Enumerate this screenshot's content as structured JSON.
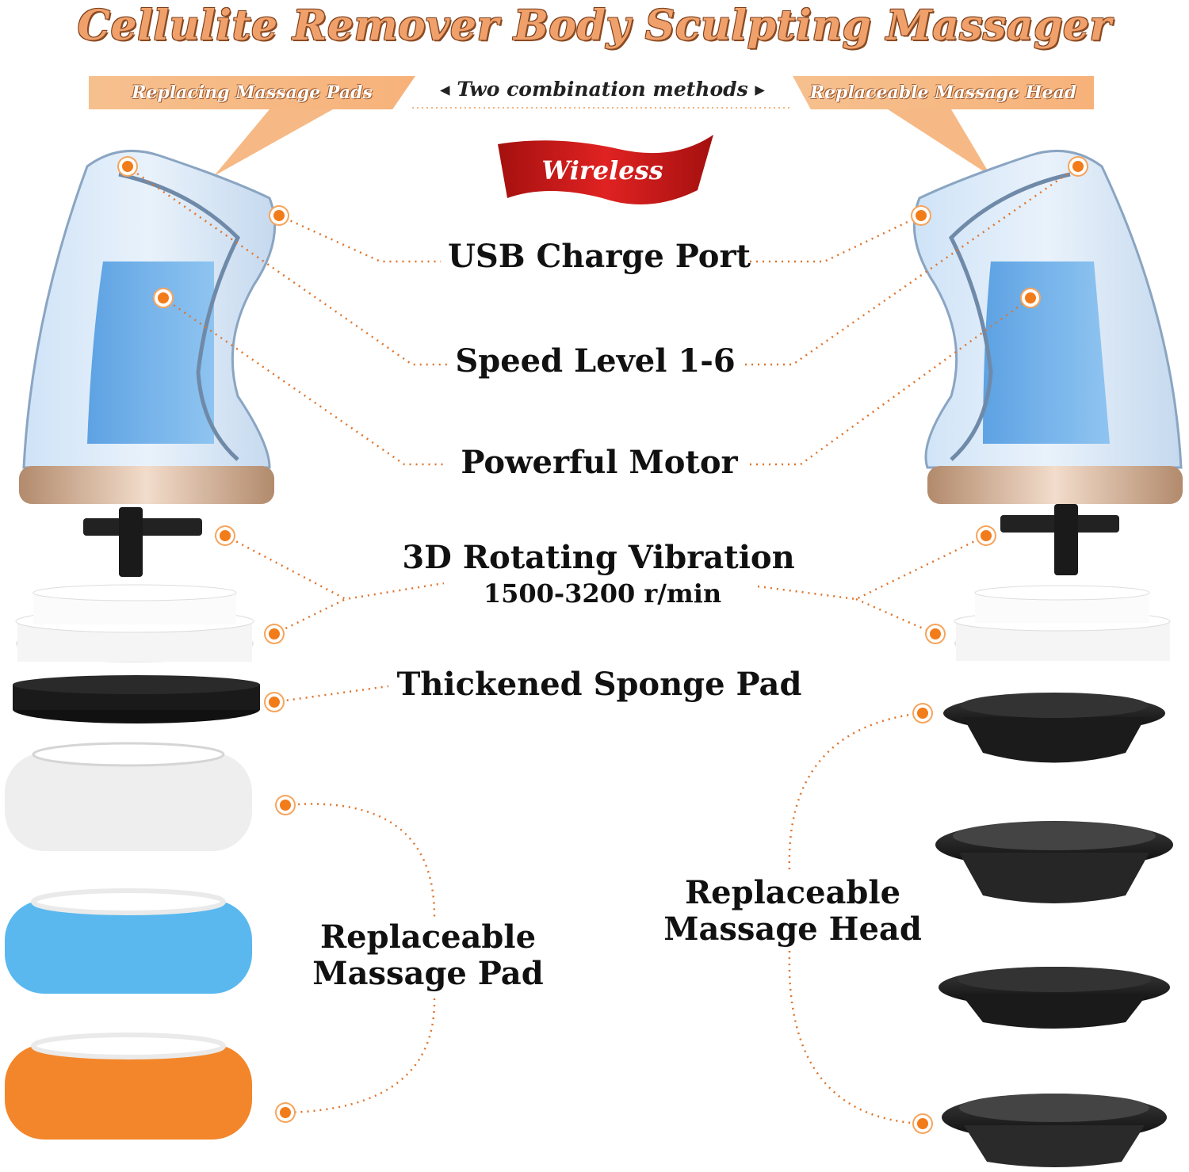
{
  "title": "Cellulite Remover Body Sculpting Massager",
  "banner": {
    "left": "Replacing Massage Pads",
    "center": "Two combination methods",
    "right": "Replaceable Massage Head"
  },
  "ribbon": "Wireless",
  "features": {
    "usb": "USB Charge Port",
    "speed": "Speed Level 1-6",
    "motor": "Powerful Motor",
    "rotating": "3D Rotating Vibration",
    "rpm": "1500-3200 r/min",
    "sponge": "Thickened Sponge Pad"
  },
  "pads_label": {
    "line1": "Replaceable",
    "line2": "Massage Pad"
  },
  "heads_label": {
    "line1": "Replaceable",
    "line2": "Massage Head"
  },
  "colors": {
    "title": "#f0a06a",
    "accent": "#f27c1a",
    "ribbon": "#d21f1f",
    "pad_white": "#f2f2f2",
    "pad_blue": "#5ab8ef",
    "pad_orange": "#f3862a",
    "body_blue": "#6aaee6"
  }
}
